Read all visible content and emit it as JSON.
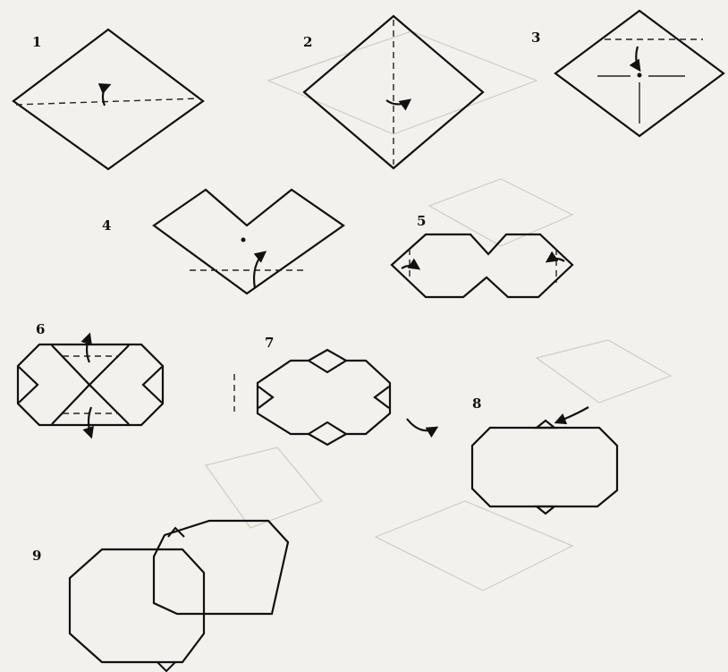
{
  "diagram": {
    "title": "",
    "steps": [
      {
        "label": "1"
      },
      {
        "label": "2"
      },
      {
        "label": "3"
      },
      {
        "label": "4"
      },
      {
        "label": "5"
      },
      {
        "label": "6"
      },
      {
        "label": "7"
      },
      {
        "label": "8"
      },
      {
        "label": "9"
      }
    ]
  },
  "colors": {
    "ink": "#111111",
    "paper": "#f3f1ee",
    "bleed": "#cfccc6"
  }
}
